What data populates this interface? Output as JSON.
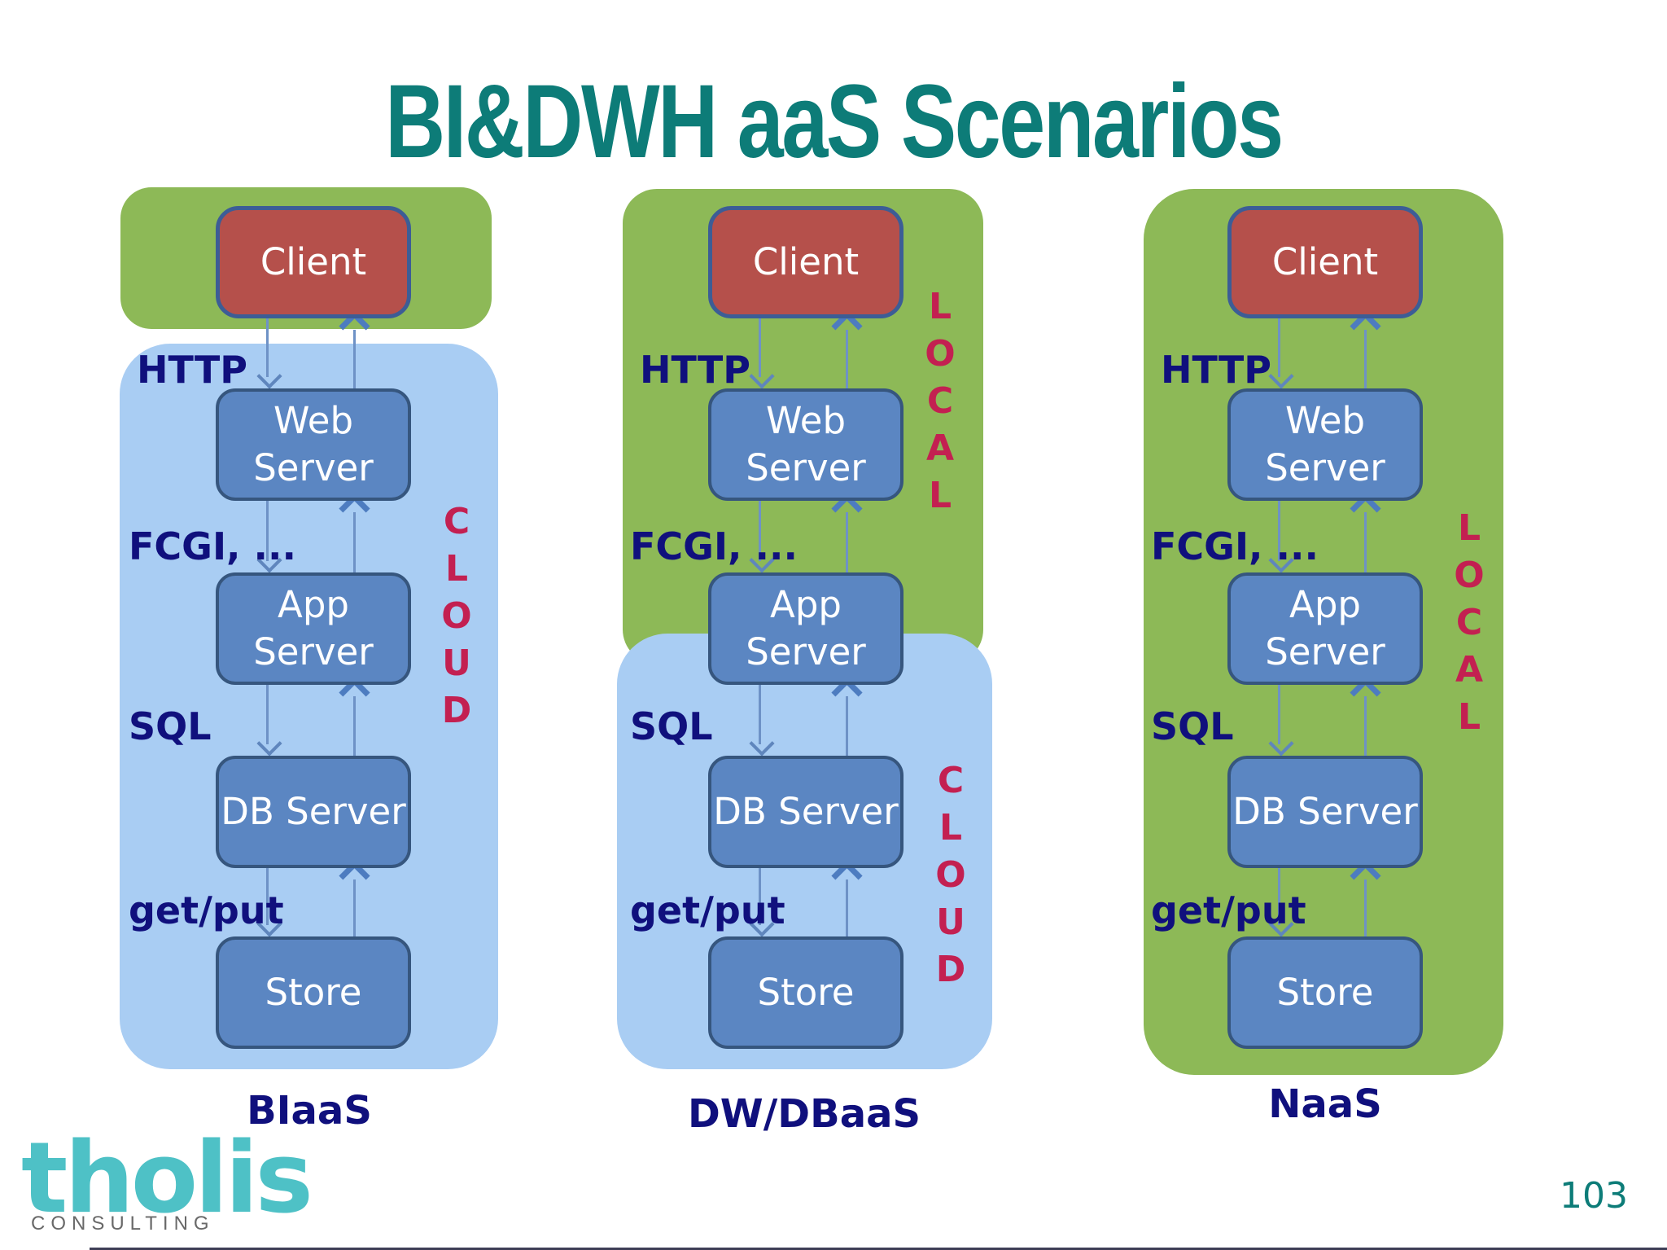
{
  "title": "BI&DWH aaS Scenarios",
  "page_number": "103",
  "logo": {
    "brand": "tholis",
    "tagline": "CONSULTING"
  },
  "colors": {
    "title_teal": "#0D7C78",
    "zone_green": "#8DB957",
    "zone_blue": "#A9CDF3",
    "node_blue_fill": "#5B86C2",
    "node_blue_border": "#36567E",
    "client_red_fill": "#B5504B",
    "client_red_border": "#3C5D96",
    "edge_label_navy": "#10107D",
    "zone_word_crimson": "#C32051",
    "arrow_blue": "#4D7CC0",
    "brand_turquoise": "#4EC1C6"
  },
  "columns": [
    {
      "caption": "BIaaS",
      "zone_words": {
        "cloud": "CLOUD"
      },
      "nodes": [
        {
          "label": "Client"
        },
        {
          "label": "Web Server"
        },
        {
          "label": "App Server"
        },
        {
          "label": "DB Server"
        },
        {
          "label": "Store"
        }
      ],
      "edge_labels": [
        "HTTP",
        "FCGI, ...",
        "SQL",
        "get/put"
      ]
    },
    {
      "caption": "DW/DBaaS",
      "zone_words": {
        "local": "LOCAL",
        "cloud": "CLOUD"
      },
      "nodes": [
        {
          "label": "Client"
        },
        {
          "label": "Web Server"
        },
        {
          "label": "App Server"
        },
        {
          "label": "DB Server"
        },
        {
          "label": "Store"
        }
      ],
      "edge_labels": [
        "HTTP",
        "FCGI, ...",
        "SQL",
        "get/put"
      ]
    },
    {
      "caption": "NaaS",
      "zone_words": {
        "local": "LOCAL"
      },
      "nodes": [
        {
          "label": "Client"
        },
        {
          "label": "Web Server"
        },
        {
          "label": "App Server"
        },
        {
          "label": "DB Server"
        },
        {
          "label": "Store"
        }
      ],
      "edge_labels": [
        "HTTP",
        "FCGI, ...",
        "SQL",
        "get/put"
      ]
    }
  ]
}
